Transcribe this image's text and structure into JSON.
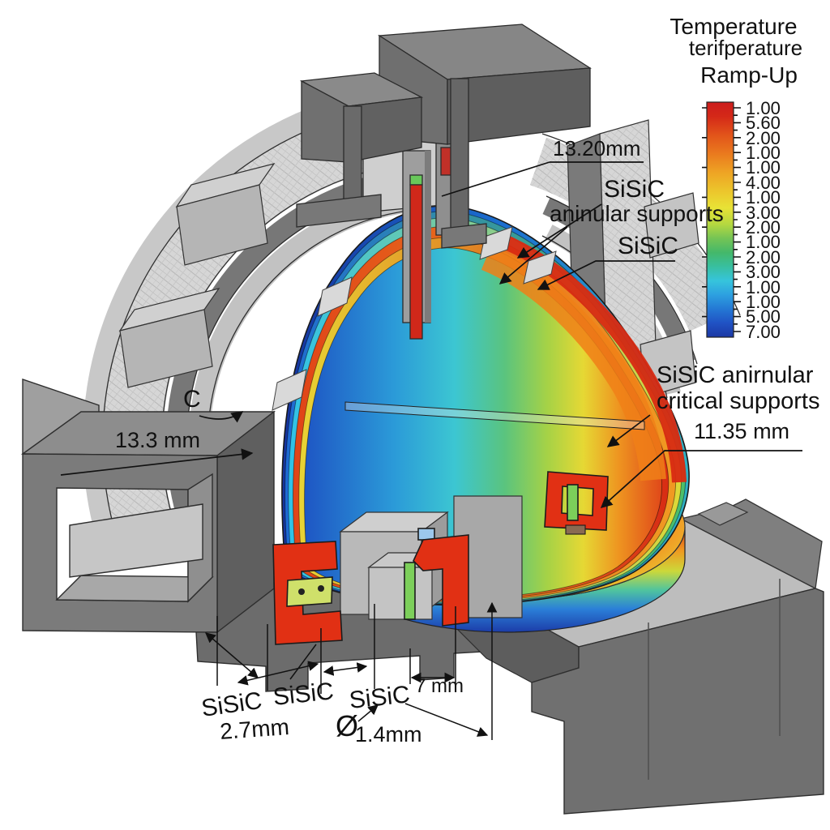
{
  "legend": {
    "title_line1": "Temperature",
    "title_line2": "terifperature",
    "title_line3": "Ramp-Up",
    "tick_values": [
      "1.00",
      "5.60",
      "2.00",
      "1.00",
      "1.00",
      "4.00",
      "1.00",
      "3.00",
      "2.00",
      "1.00",
      "2.00",
      "3.00",
      "1.00",
      "1.00",
      "5.00",
      "7.00"
    ],
    "colors": {
      "hot": "#cc1c1c",
      "cold": "#1c38a4"
    }
  },
  "annotations": {
    "dim_top": "13.20mm",
    "sisic_top": "SiSiC",
    "annular_supports": "aninular supports",
    "sisic_right": "SiSiC",
    "critical_line1": "SiSiC anirnular",
    "critical_line2": "critical supports",
    "dim_right": "11.35 mm",
    "label_c": "C",
    "dim_left": "13.3 mm",
    "sisic_bottom_left": "SiSiC",
    "dim_bottom_left": "2.7mm",
    "sisic_bottom_center": "SiSiC",
    "sisic_bottom_right": "SiSiC",
    "diameter_symbol": "Ø",
    "dim_diameter": "1.4mm",
    "dim_7mm": "7 mm"
  },
  "materials": {
    "sisic_heater_red": "#e13014",
    "support_green": "#7ccf5a",
    "insulation_gray": "#d6d6d6",
    "base_gray": "#707070"
  }
}
